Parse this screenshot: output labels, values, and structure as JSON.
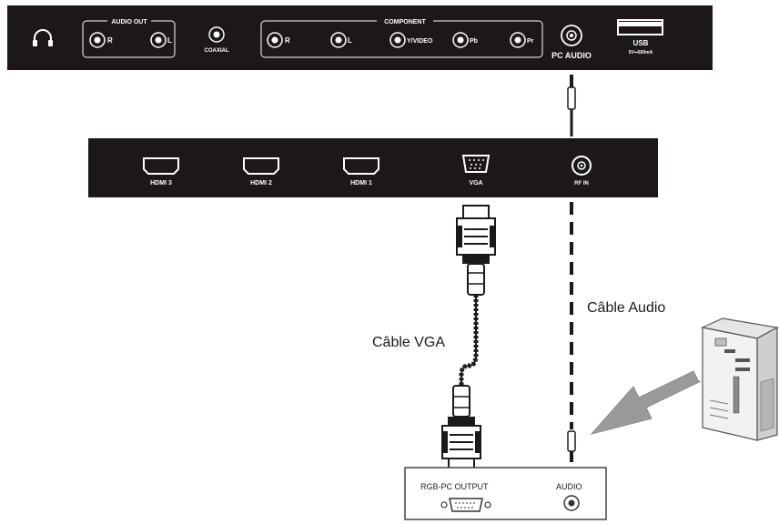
{
  "top_panel": {
    "audio_out_title": "AUDIO OUT",
    "audio_out_r": "R",
    "audio_out_l": "L",
    "coaxial": "COAXIAL",
    "component_title": "COMPONENT",
    "component_r": "R",
    "component_l": "L",
    "component_yvideo": "Y/VIDEO",
    "component_pb": "Pb",
    "component_pr": "Pr",
    "pc_audio": "PC AUDIO",
    "usb": "USB",
    "usb_sub": "5V⎓500mA"
  },
  "middle_panel": {
    "hdmi_3": "HDMI 3",
    "hdmi_2": "HDMI 2",
    "hdmi_1": "HDMI 1",
    "vga": "VGA",
    "rf_in": "RF IN"
  },
  "captions": {
    "vga_cable": "Câble VGA",
    "audio_cable": "Câble Audio"
  },
  "pc_box": {
    "rgb_output": "RGB-PC OUTPUT",
    "audio": "AUDIO"
  },
  "colors": {
    "panel": "#1c1818",
    "cable": "#1a1a1a",
    "arrow": "#9a9a9a"
  }
}
